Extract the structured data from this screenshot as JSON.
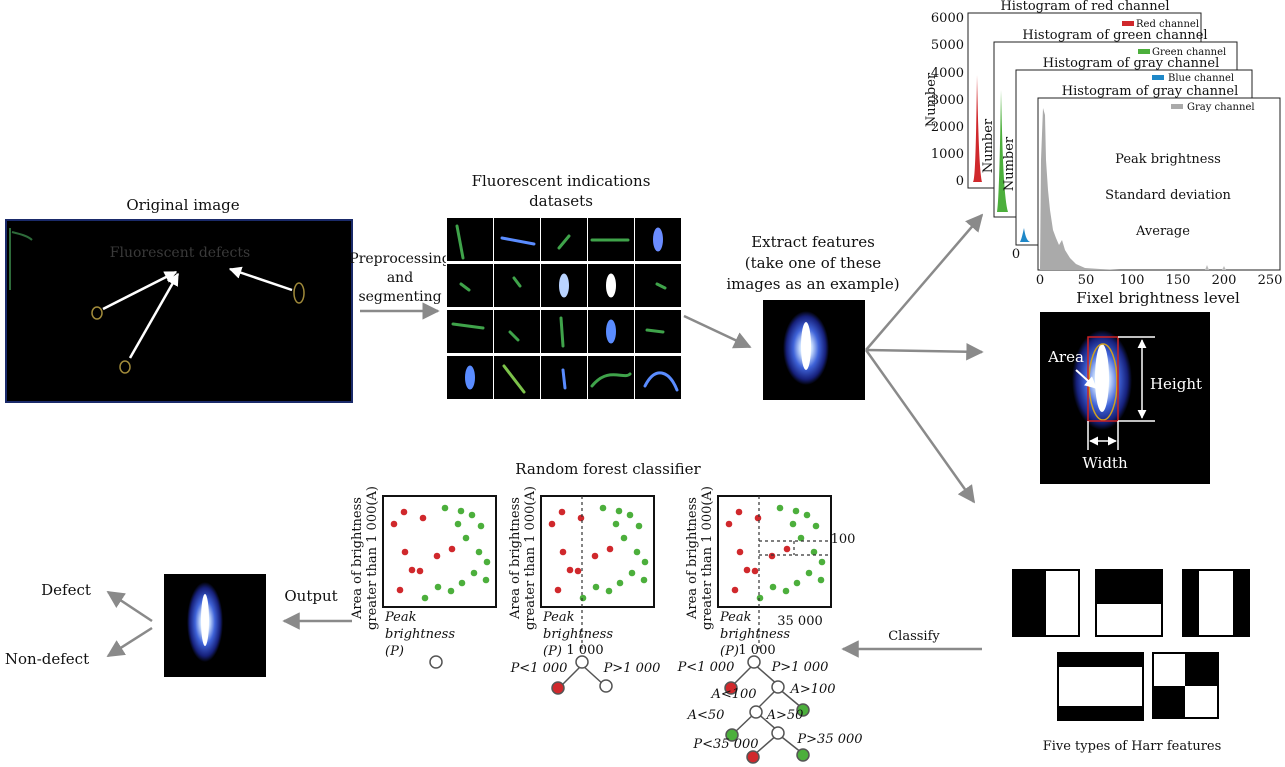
{
  "original": {
    "title": "Original image",
    "inner_label": "Fluorescent defects"
  },
  "arrow_labels": {
    "preprocess": [
      "Preprocessing",
      "and",
      "segmenting"
    ],
    "output": "Output",
    "classify": "Classify"
  },
  "dataset": {
    "title": [
      "Fluorescent indications",
      "datasets"
    ]
  },
  "extract": {
    "title": [
      "Extract features",
      "(take one of these",
      "images as an example)"
    ]
  },
  "histograms": {
    "titles": [
      "Histogram of red channel",
      "Histogram of green channel",
      "Histogram of gray channel",
      "Histogram of gray channel"
    ],
    "legends": [
      "Red channel",
      "Green channel",
      "Blue channel",
      "Gray channel"
    ],
    "colors": [
      "#d0282c",
      "#4caf3c",
      "#1f88c8",
      "#aaaaaa"
    ],
    "y_label": "Number",
    "y_ticks": [
      "6000",
      "5000",
      "4000",
      "3000",
      "2000",
      "1000",
      "0"
    ],
    "x_ticks": [
      "0",
      "50",
      "100",
      "150",
      "200",
      "250"
    ],
    "x_label": "Fixel brightness level",
    "stats": [
      "Peak brightness",
      "Standard deviation",
      "Average"
    ]
  },
  "shape": {
    "area": "Area",
    "height": "Height",
    "width": "Width"
  },
  "harr": {
    "caption": "Five types of  Harr features"
  },
  "forest": {
    "title": "Random forest classifier",
    "y_label": [
      "Area of brightness",
      "greater than 1 000(A)"
    ],
    "x_label": [
      "Peak",
      "brightness",
      "(P)"
    ],
    "thresh_p": "1 000",
    "thresh_a": "100",
    "thresh_p2": "35 000",
    "tree2": [
      "P<1 000",
      "P>1 000"
    ],
    "tree3": [
      "P<1 000",
      "P>1 000",
      "A<100",
      "A>100",
      "A<50",
      "A>50",
      "P<35 000",
      "P>35 000"
    ]
  },
  "result": {
    "defect": "Defect",
    "non_defect": "Non-defect"
  }
}
